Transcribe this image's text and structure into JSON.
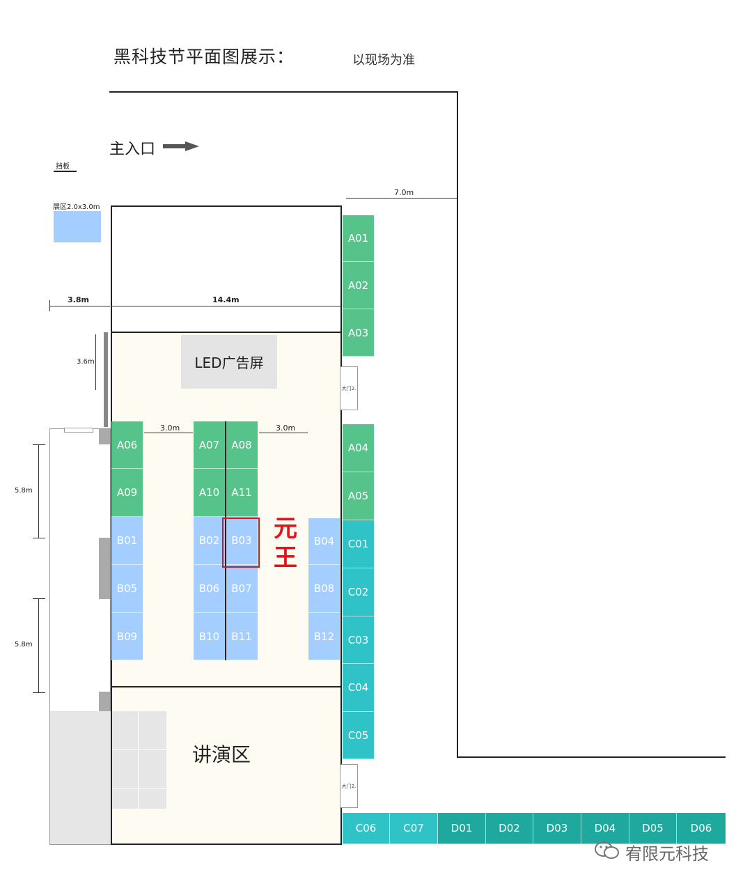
{
  "header": {
    "title": "黑科技节平面图展示：",
    "note": "以现场为准"
  },
  "entrance": {
    "label": "主入口"
  },
  "legend": {
    "board_label": "挡板",
    "booth_label": "展区2.0x3.0m"
  },
  "dimensions": {
    "width_right": "7.0m",
    "left_margin": "3.8m",
    "hall_width": "14.4m",
    "wall_height": "3.6m",
    "aisle_left": "3.0m",
    "aisle_right": "3.0m",
    "side_upper": "5.8m",
    "side_lower": "5.8m"
  },
  "areas": {
    "led": "LED广告屏",
    "lecture": "讲演区",
    "door_upper": "大门2.",
    "door_lower": "大门2."
  },
  "booths": {
    "right_top": [
      "A01",
      "A02",
      "A03"
    ],
    "right_mid": [
      "A04",
      "A05"
    ],
    "right_c": [
      "C01",
      "C02",
      "C03",
      "C04",
      "C05"
    ],
    "left_col": [
      "A06",
      "A09",
      "B01",
      "B05",
      "B09"
    ],
    "mid_left": [
      "A07",
      "A10",
      "B02",
      "B06",
      "B10"
    ],
    "mid_right": [
      "A08",
      "A11",
      "B03",
      "B07",
      "B11"
    ],
    "right_col": [
      "B04",
      "B08",
      "B12"
    ],
    "bottom_row": [
      "C06",
      "C07",
      "D01",
      "D02",
      "D03",
      "D04",
      "D05",
      "D06"
    ]
  },
  "annotation": {
    "highlighted_booth": "B03",
    "text_line1": "元",
    "text_line2": "王",
    "color": "#e0141b"
  },
  "colors": {
    "a_booth": "#56c38a",
    "b_booth": "#a3ceff",
    "c_booth": "#2fc2c7",
    "d_booth": "#1fa89d"
  },
  "watermark": {
    "text": "宥限元科技"
  }
}
